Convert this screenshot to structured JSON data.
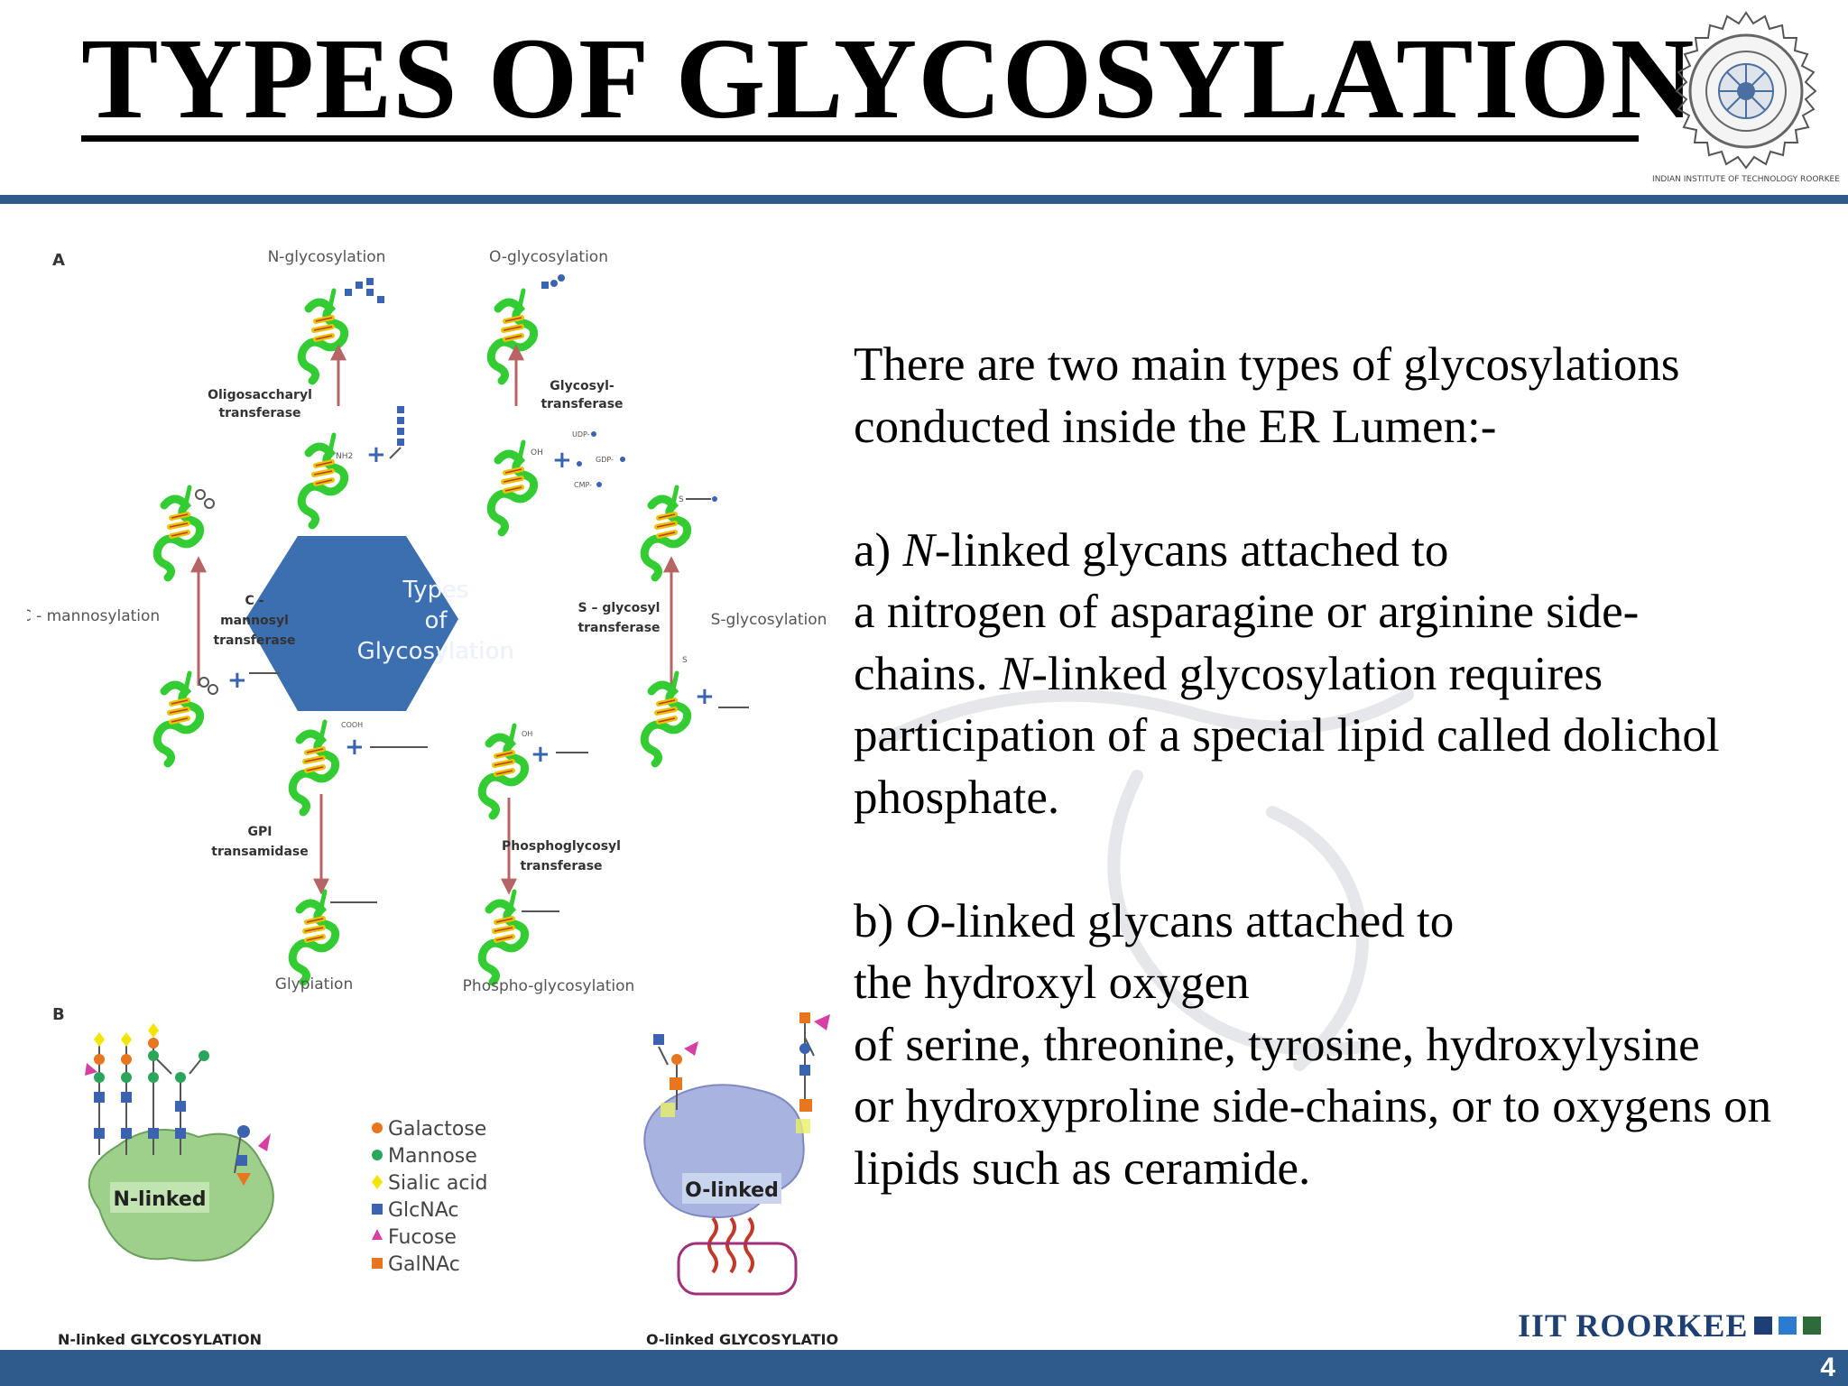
{
  "slide": {
    "title": "TYPES OF GLYCOSYLATION",
    "page_number": "4",
    "footer_brand": "IIT ROORKEE"
  },
  "logo": {
    "icon": "iit-roorkee-seal-icon",
    "seal_text": "INDIAN INSTITUTE OF TECHNOLOGY ROORKEE"
  },
  "figure": {
    "panel_a_label": "A",
    "panel_b_label": "B",
    "center_label_1": "Types",
    "center_label_2": "of",
    "center_label_3": "Glycosylation",
    "types": {
      "n": "N-glycosylation",
      "o": "O-glycosylation",
      "c": "C - mannosylation",
      "s": "S-glycosylation",
      "gpi": "Glypiation",
      "phospho": "Phospho-glycosylation"
    },
    "enzymes": {
      "n_1": "Oligosaccharyl",
      "n_2": "transferase",
      "o_1": "Glycosyl-",
      "o_2": "transferase",
      "c_1": "C -",
      "c_2": "mannosyl",
      "c_3": "transferase",
      "s_1": "S – glycosyl",
      "s_2": "transferase",
      "gpi_1": "GPI",
      "gpi_2": "transamidase",
      "phospho_1": "Phosphoglycosyl",
      "phospho_2": "transferase"
    },
    "small_labels": {
      "n_reactant": "NH2",
      "o_reactant": "OH",
      "udp": "UDP-",
      "gdp": "GDP-",
      "cmp": "CMP-",
      "s_product": "S",
      "s_reactant": "S",
      "gpi_reactant": "COOH",
      "phospho_reactant": "OH"
    },
    "legend": [
      {
        "label": "Galactose",
        "color": "#e8761e",
        "shape": "circle"
      },
      {
        "label": "Mannose",
        "color": "#2aa55a",
        "shape": "circle"
      },
      {
        "label": "Sialic acid",
        "color": "#f2e600",
        "shape": "diamond"
      },
      {
        "label": "GlcNAc",
        "color": "#3a63b0",
        "shape": "square"
      },
      {
        "label": "Fucose",
        "color": "#d63fa3",
        "shape": "triangle"
      },
      {
        "label": "GalNAc",
        "color": "#e8761e",
        "shape": "square"
      }
    ],
    "n_linked_label": "N-linked",
    "o_linked_label": "O-linked",
    "n_caption": "N-linked GLYCOSYLATION",
    "o_caption": "O-linked GLYCOSYLATION",
    "colors": {
      "hexagon": "#3b6fb0",
      "arrow": "#b66464",
      "protein": "#33cc33",
      "helix": "#e8c400"
    }
  },
  "body": {
    "intro_1": "There are two main types of glycosylations",
    "intro_2": "conducted inside the ER Lumen:-",
    "a_prefix": "a) ",
    "a_italic": "N",
    "a_line1_rest": "-linked glycans attached to",
    "a_line2": "a nitrogen of asparagine or arginine side-",
    "a_line3_pre": "chains. ",
    "a_line3_italic": "N",
    "a_line3_rest": "-linked glycosylation requires",
    "a_line4": "participation of a special lipid called dolichol",
    "a_line5": "phosphate.",
    "b_prefix": "b) ",
    "b_italic": "O",
    "b_line1_rest": "-linked glycans attached to",
    "b_line2": "the hydroxyl oxygen",
    "b_line3": "of serine, threonine, tyrosine, hydroxylysine",
    "b_line4": "or hydroxyproline side-chains, or to oxygens on",
    "b_line5": "lipids such as ceramide."
  },
  "colors": {
    "rule": "#2e5b8c",
    "brand_blue": "#1d3f73",
    "brand_light": "#2b7bd1",
    "brand_green": "#2e6b3a"
  }
}
